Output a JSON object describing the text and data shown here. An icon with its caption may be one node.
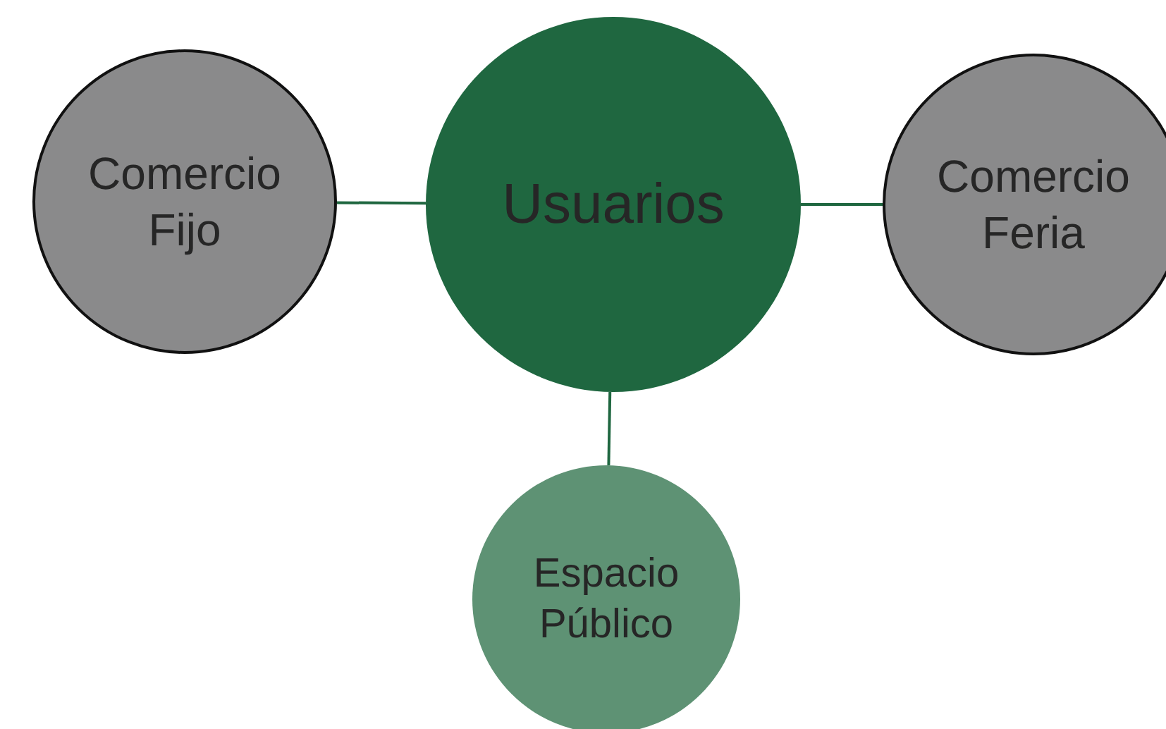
{
  "diagram": {
    "nodes": [
      {
        "text": [
          "Comercio Fijo"
        ]
      },
      {
        "text": [
          "Usuarios"
        ]
      },
      {
        "text": [
          "Comercio Feria"
        ]
      },
      {
        "text": [
          "Espacio Público"
        ]
      }
    ],
    "edges": [
      {
        "from": 0,
        "to": 1,
        "arrow": "none"
      },
      {
        "from": 1,
        "to": 2,
        "arrow": "none"
      },
      {
        "from": 1,
        "to": 3,
        "arrow": "none"
      }
    ]
  }
}
